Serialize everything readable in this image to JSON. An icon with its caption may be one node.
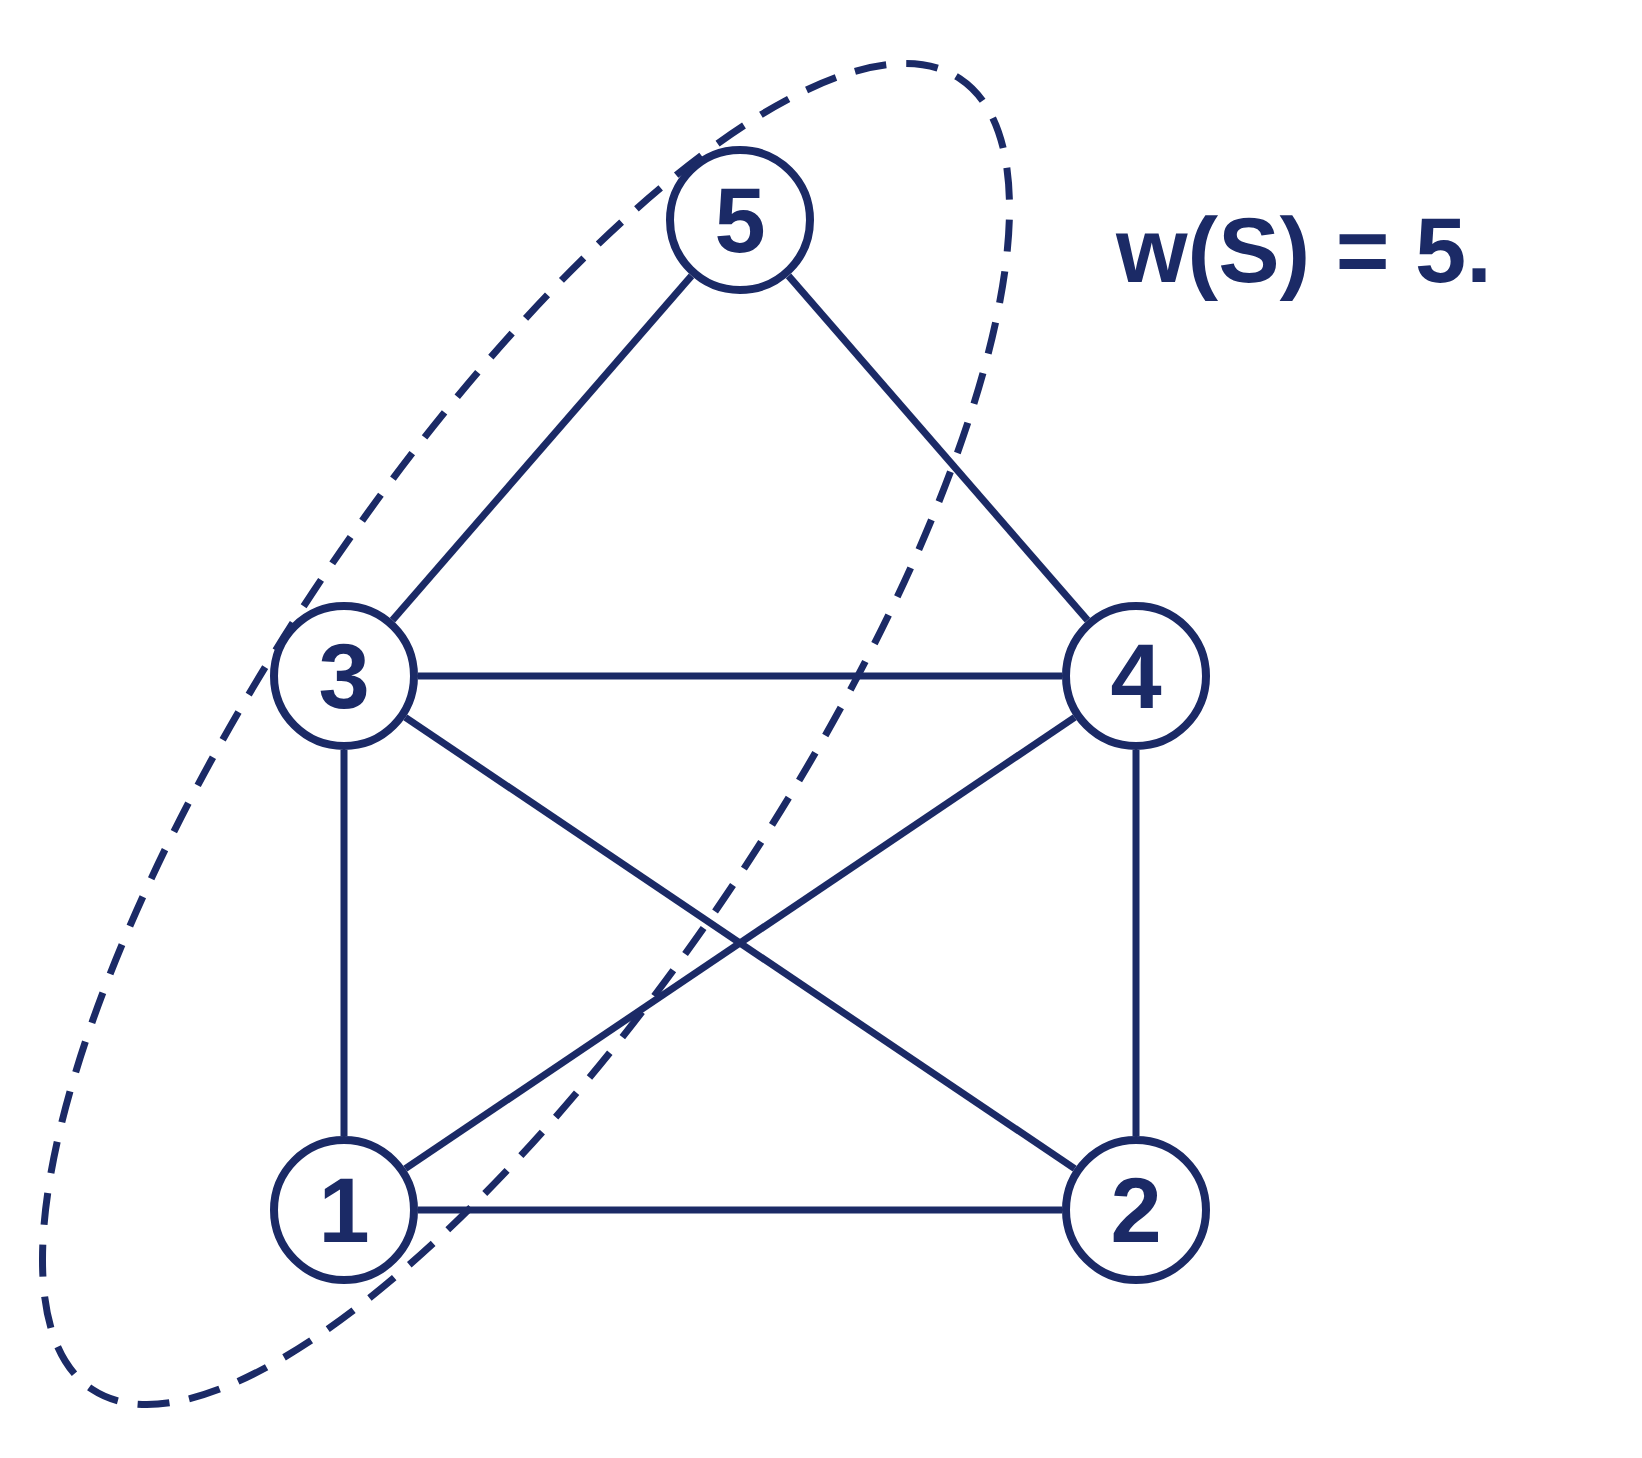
{
  "diagram": {
    "nodes": [
      {
        "text": [
          "5"
        ]
      },
      {
        "text": [
          "3"
        ]
      },
      {
        "text": [
          "4"
        ]
      },
      {
        "text": [
          "1"
        ]
      },
      {
        "text": [
          "2"
        ]
      }
    ],
    "edges": [
      {
        "from": 0,
        "to": 1,
        "arrow": "none"
      },
      {
        "from": 0,
        "to": 2,
        "arrow": "none"
      },
      {
        "from": 1,
        "to": 2,
        "arrow": "none"
      },
      {
        "from": 1,
        "to": 3,
        "arrow": "none"
      },
      {
        "from": 1,
        "to": 4,
        "arrow": "none"
      },
      {
        "from": 2,
        "to": 3,
        "arrow": "none"
      },
      {
        "from": 2,
        "to": 4,
        "arrow": "none"
      },
      {
        "from": 3,
        "to": 4,
        "arrow": "none"
      }
    ],
    "labels": [
      "w(S) = 5."
    ]
  }
}
